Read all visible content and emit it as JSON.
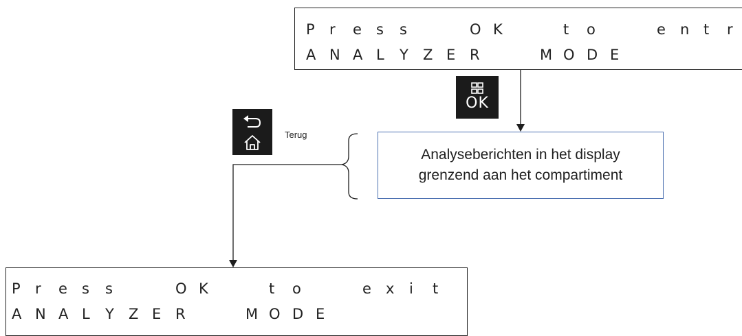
{
  "display_top": {
    "line1": "Press OK to entr",
    "line2": "ANALYZER MODE"
  },
  "ok_key": {
    "label": "OK",
    "icon": "grid-icon"
  },
  "back_key": {
    "icons": [
      "back-arrow-icon",
      "home-icon"
    ]
  },
  "back_label": "Terug",
  "message_box": {
    "line1": "Analyseberichten in het display",
    "line2": "grenzend aan het compartiment"
  },
  "display_bottom": {
    "line1": "Press OK to exit",
    "line2": "ANALYZER MODE"
  },
  "colors": {
    "key_background": "#1b1b1b",
    "message_border": "#4a6fb0",
    "line": "#1e1e1e"
  }
}
